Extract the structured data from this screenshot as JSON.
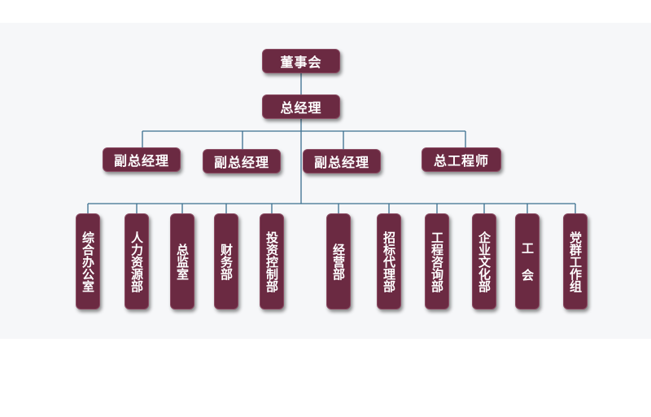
{
  "colors": {
    "node_fill": "#6b2a42",
    "connector": "#3b6f8f"
  },
  "board": {
    "label": "董事会"
  },
  "general_manager": {
    "label": "总经理"
  },
  "executives": [
    {
      "label": "副总经理"
    },
    {
      "label": "副总经理"
    },
    {
      "label": "副总经理"
    },
    {
      "label": "总工程师"
    }
  ],
  "departments": [
    {
      "label": "综合办公室"
    },
    {
      "label": "人力资源部"
    },
    {
      "label": "总监室"
    },
    {
      "label": "财务部"
    },
    {
      "label": "投资控制部"
    },
    {
      "label": "经营部"
    },
    {
      "label": "招标代理部"
    },
    {
      "label": "工程咨询部"
    },
    {
      "label": "企业文化部"
    },
    {
      "label": "工 会"
    },
    {
      "label": "党群工作组"
    }
  ]
}
